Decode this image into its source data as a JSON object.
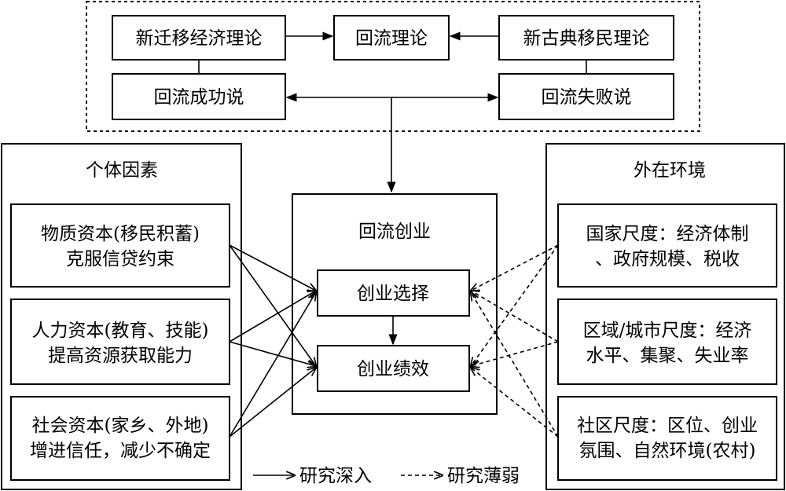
{
  "top_group": {
    "new_migration_economics": "新迁移经济理论",
    "return_theory": "回流理论",
    "neoclassical_migration": "新古典移民理论",
    "return_success": "回流成功说",
    "return_failure": "回流失败说"
  },
  "individual": {
    "title": "个体因素",
    "material_capital": {
      "line1": "物质资本(移民积蓄)",
      "line2": "克服信贷约束"
    },
    "human_capital": {
      "line1": "人力资本(教育、技能)",
      "line2": "提高资源获取能力"
    },
    "social_capital": {
      "line1": "社会资本(家乡、外地)",
      "line2": "增进信任，减少不确定"
    }
  },
  "center": {
    "title": "回流创业",
    "choice": "创业选择",
    "performance": "创业绩效"
  },
  "environment": {
    "title": "外在环境",
    "national": {
      "line1": "国家尺度：经济体制",
      "line2": "、政府规模、税收"
    },
    "regional": {
      "line1": "区域/城市尺度：经济",
      "line2": "水平、集聚、失业率"
    },
    "community": {
      "line1": "社区尺度：区位、创业",
      "line2": "氛围、自然环境(农村)"
    }
  },
  "legend": {
    "solid": "研究深入",
    "dashed": "研究薄弱"
  }
}
